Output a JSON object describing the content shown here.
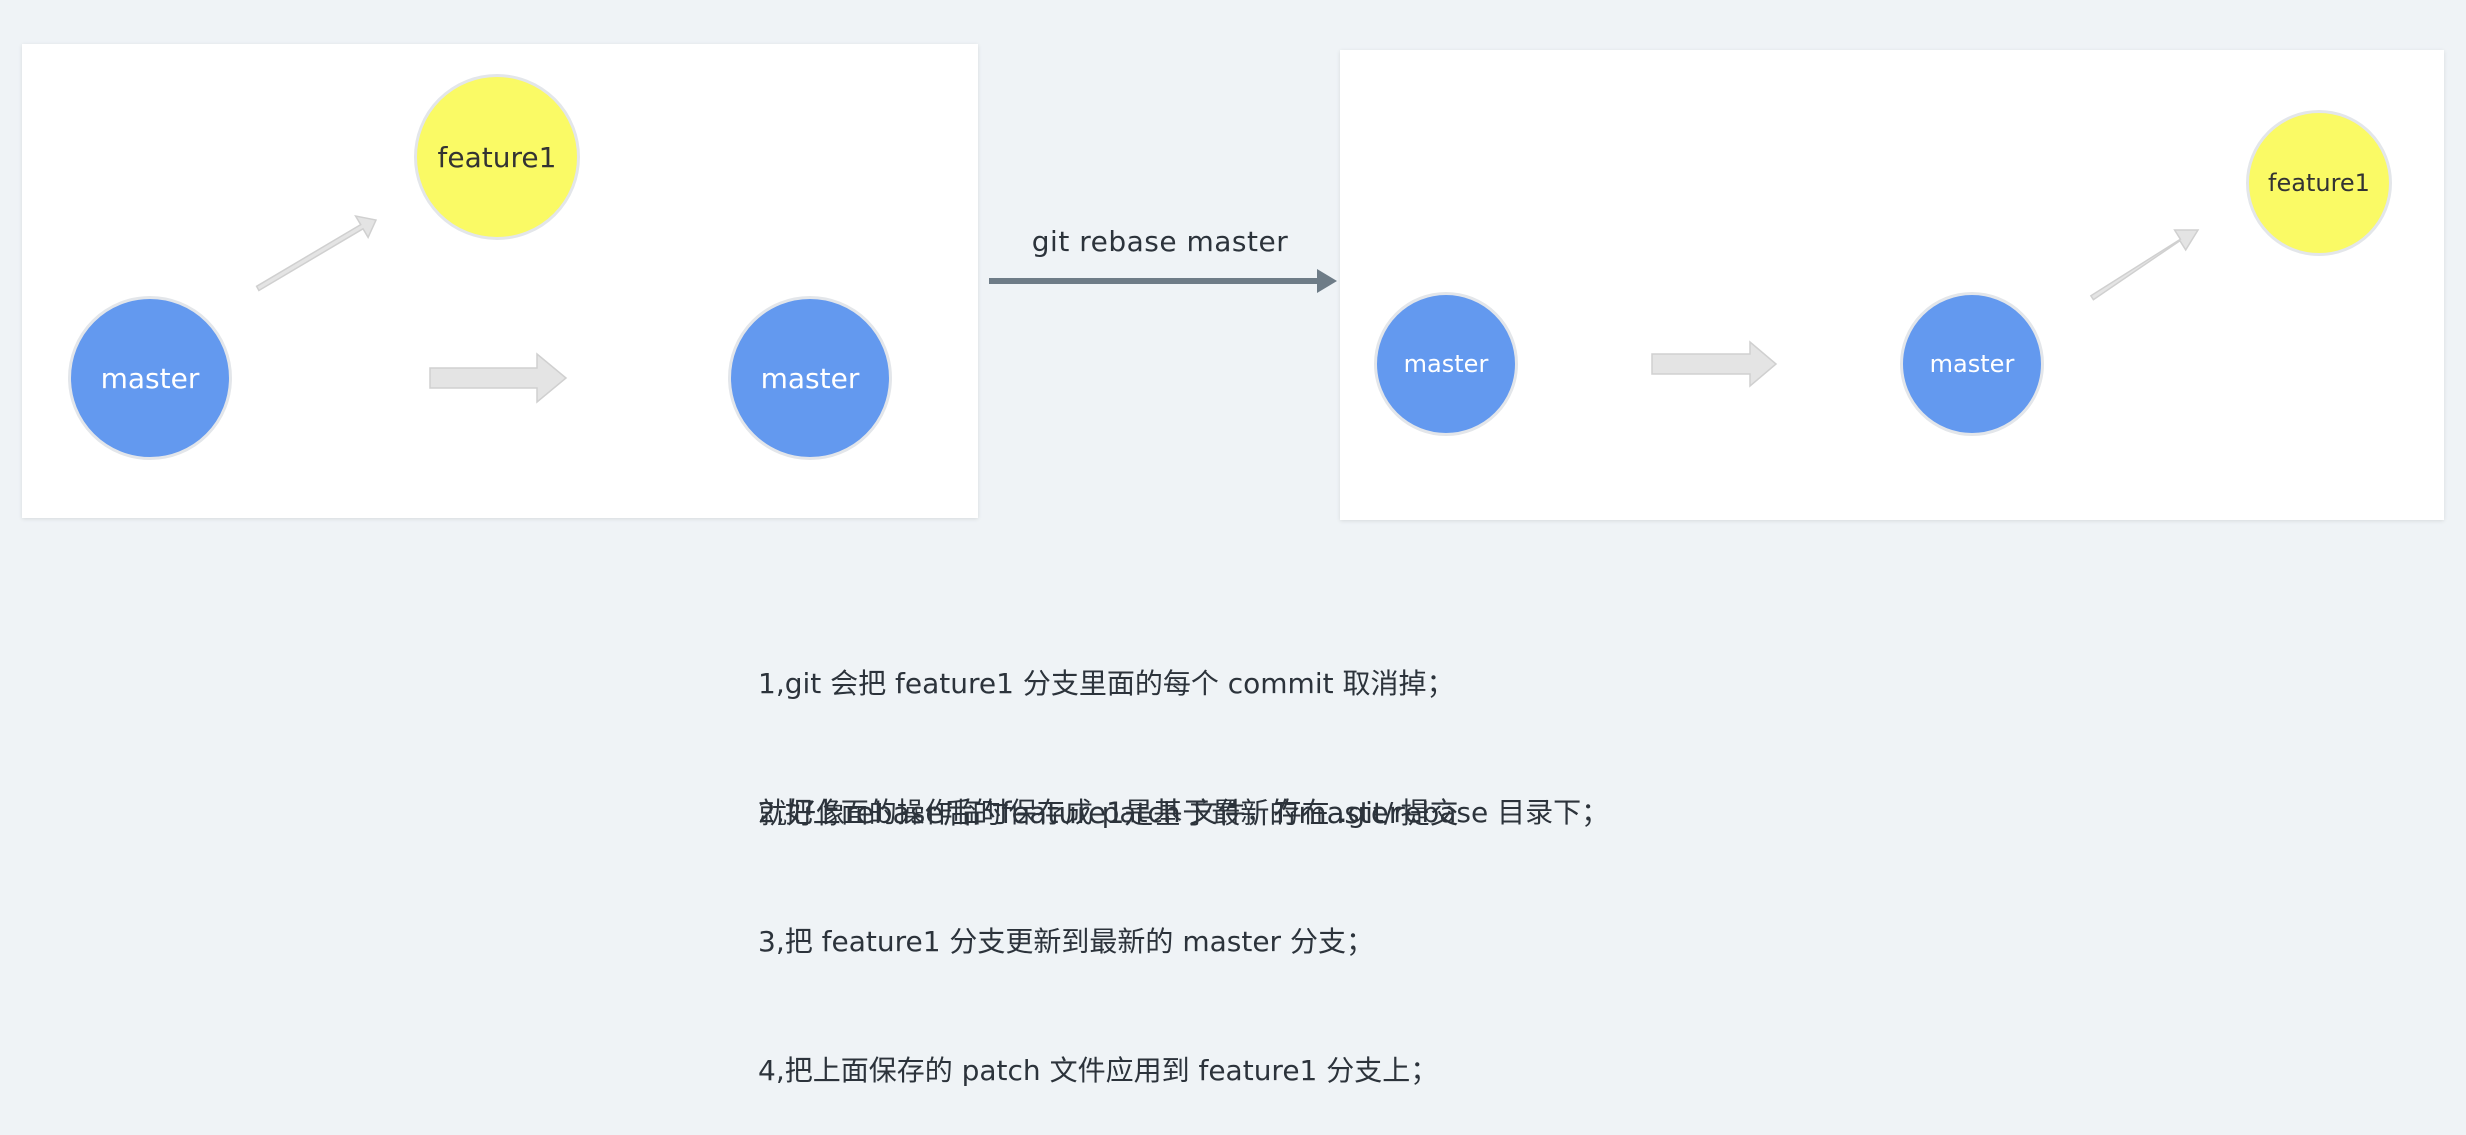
{
  "command": "git rebase master",
  "before": {
    "feature_label": "feature1",
    "master_old_label": "master",
    "master_new_label": "master"
  },
  "after": {
    "master_old_label": "master",
    "master_new_label": "master",
    "feature_label": "feature1"
  },
  "notes": [
    "1,git 会把 feature1 分支里面的每个 commit 取消掉；",
    "2,把上面的操作临时保存成 patch 文件，存在 .git/rebase 目录下；",
    "3,把 feature1 分支更新到最新的 master 分支；",
    "4,把上面保存的 patch 文件应用到 feature1 分支上；"
  ],
  "summary": "就好像rebase后的feature1是基于最新的master提交",
  "colors": {
    "background": "#eff3f6",
    "panel": "#ffffff",
    "master_node": "#6399ef",
    "feature_node": "#fafa65",
    "flow_arrow": "#e4e4e4",
    "command_arrow": "#6e7c87"
  }
}
